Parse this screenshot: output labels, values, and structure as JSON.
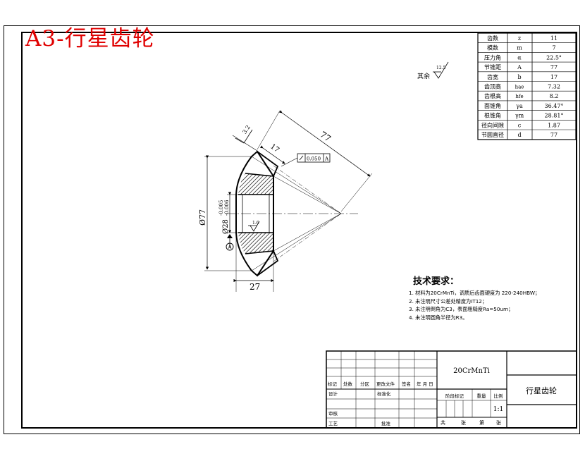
{
  "sheet": {
    "title": "A3-行星齿轮"
  },
  "params": [
    {
      "name": "齿数",
      "symbol": "z",
      "value": "11"
    },
    {
      "name": "模数",
      "symbol": "m",
      "value": "7"
    },
    {
      "name": "压力角",
      "symbol": "α",
      "value": "22.5°"
    },
    {
      "name": "节锥距",
      "symbol": "A",
      "value": "77"
    },
    {
      "name": "齿宽",
      "symbol": "b",
      "value": "17"
    },
    {
      "name": "齿顶高",
      "symbol": "hae",
      "value": "7.32"
    },
    {
      "name": "齿根高",
      "symbol": "hfe",
      "value": "8.2"
    },
    {
      "name": "面锥角",
      "symbol": "γa",
      "value": "36.47°"
    },
    {
      "name": "根锥角",
      "symbol": "γm",
      "value": "28.81°"
    },
    {
      "name": "径向间隙",
      "symbol": "c",
      "value": "1.87"
    },
    {
      "name": "节圆直径",
      "symbol": "d",
      "value": "77"
    }
  ],
  "drawing": {
    "roughness_rest_label": "其余",
    "roughness_rest_value": "12.5",
    "roughness_face_value": "3.2",
    "roughness_bore_value": "1.6",
    "dim_cone_distance": "77",
    "dim_face_width": "17",
    "dim_outer_diameter": "Ø77",
    "dim_bore": "Ø28",
    "dim_bore_tol_upper": "-0.005",
    "dim_bore_tol_lower": "-0.006",
    "dim_height": "27",
    "datum_label": "A",
    "gtol_value": "0.050",
    "gtol_datum": "A"
  },
  "tech": {
    "heading": "技术要求：",
    "items": [
      "1. 材料为20CrMnTi，调质后齿面硬度为 220-240HBW；",
      "2. 未注明尺寸公差处精度为IT12；",
      "3. 未注明倒角为C3，表面粗糙度Ra=50um；",
      "4. 未注明圆角半径为R3。"
    ]
  },
  "title_block": {
    "material": "20CrMnTi",
    "part_name": "行星齿轮",
    "row_labels": [
      "标记",
      "处数",
      "分区",
      "更改文件",
      "签名",
      "年 月 日"
    ],
    "design_label": "设计",
    "standardize_label": "标准化",
    "review_label": "审核",
    "process_label": "工艺",
    "approve_label": "批准",
    "stage_label": "阶段标记",
    "weight_label": "重量",
    "scale_label": "比例",
    "scale_value": "1:1",
    "sheets_total_label": "共",
    "sheets_label": "张",
    "sheet_no_label": "第",
    "sheet_no_suffix": "张"
  }
}
